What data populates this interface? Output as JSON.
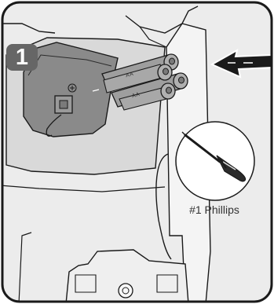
{
  "step": {
    "number": "1"
  },
  "tool": {
    "name": "#1 Phillips"
  },
  "batteries": {
    "type_label": "AA",
    "labels": [
      "AA",
      "AA"
    ]
  },
  "icons": [
    "push-arrow-icon",
    "screwdriver-icon",
    "battery-icon",
    "step-badge-icon"
  ]
}
